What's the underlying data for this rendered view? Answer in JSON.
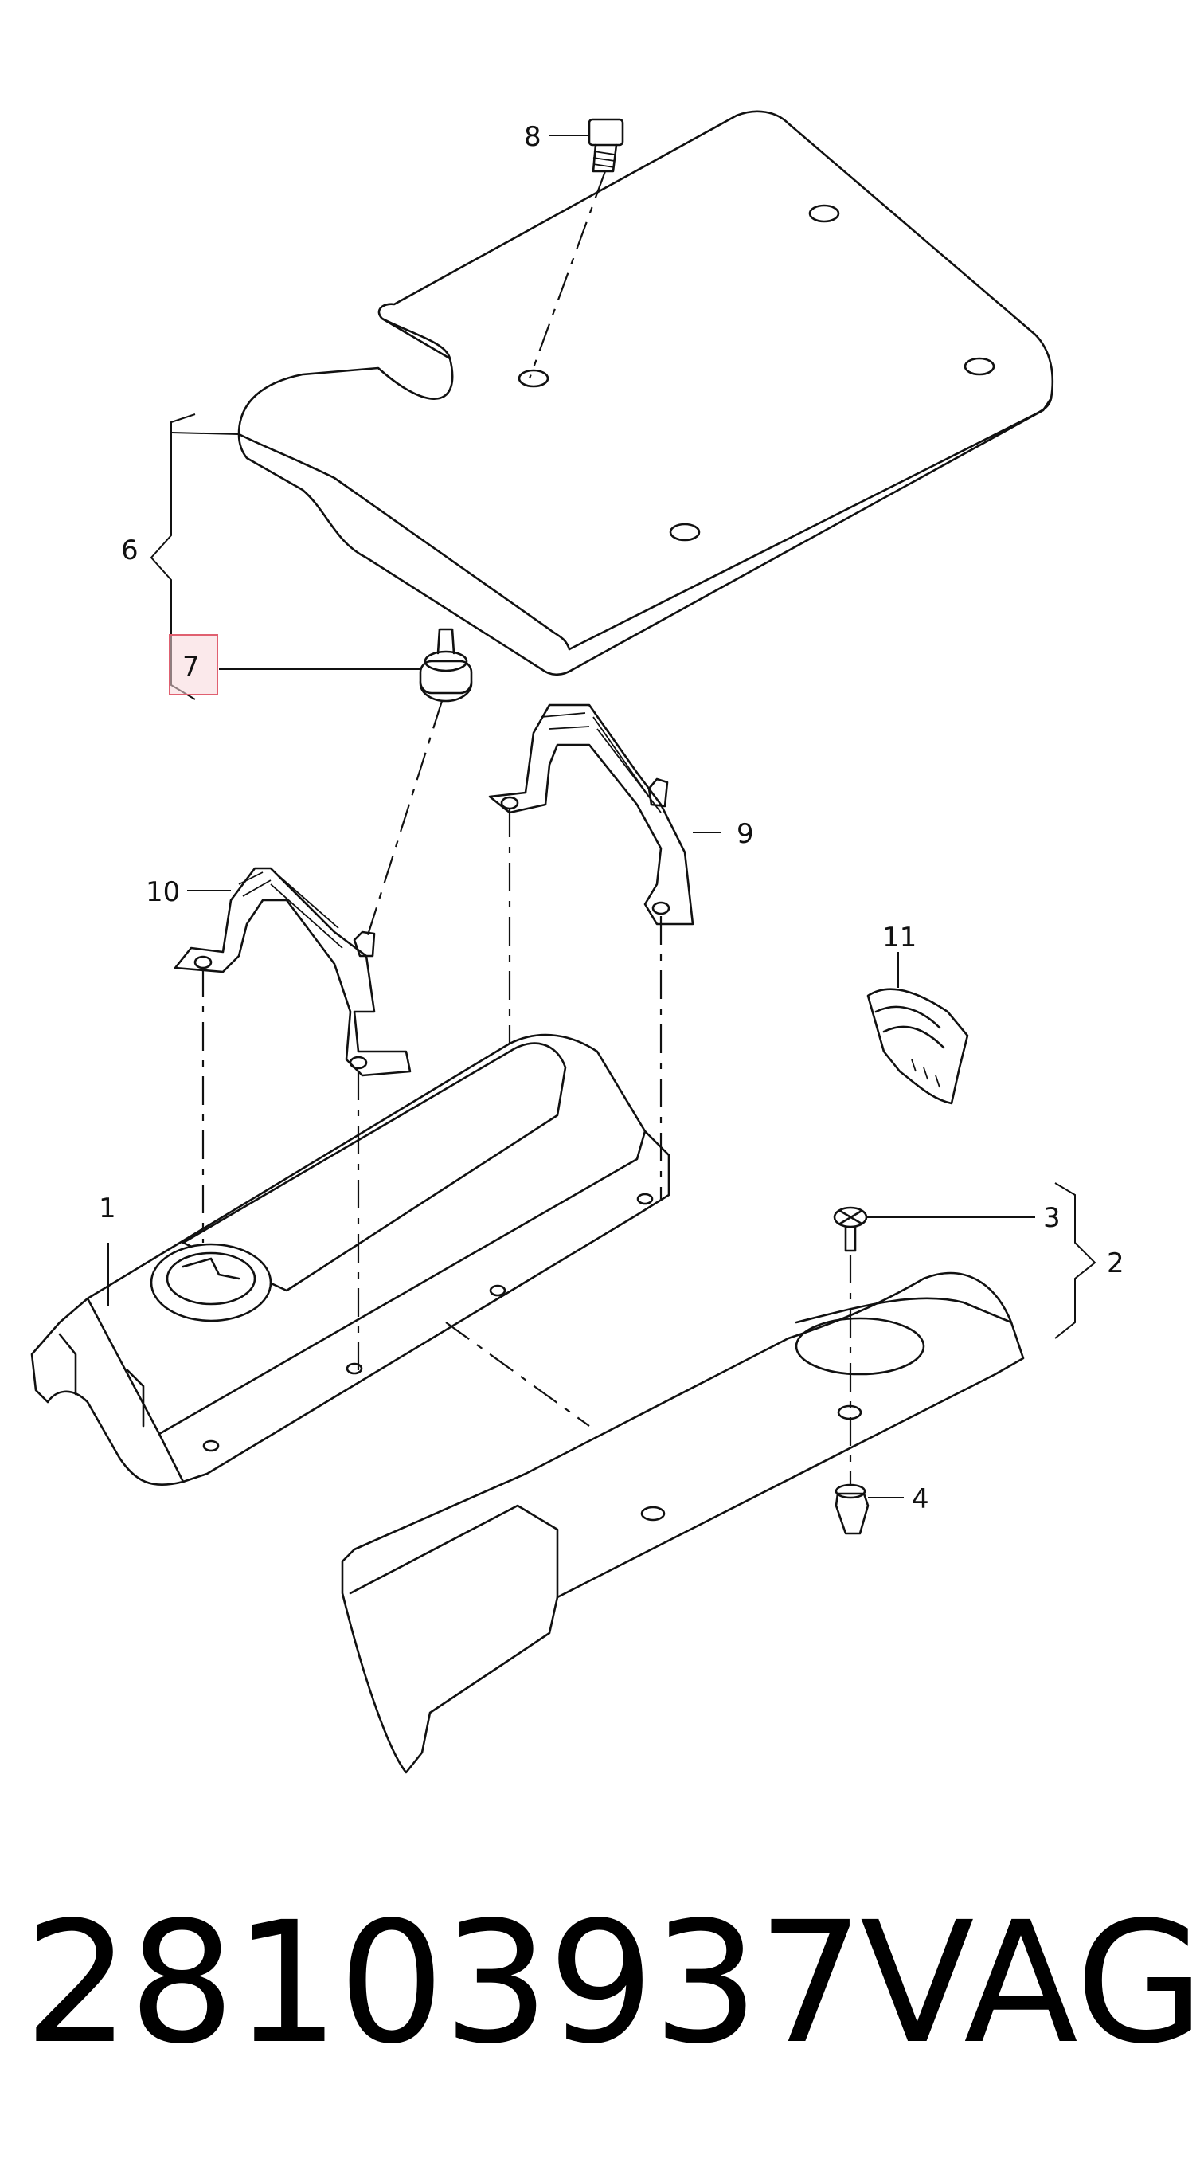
{
  "callouts": {
    "c1": "1",
    "c2": "2",
    "c3": "3",
    "c4": "4",
    "c6": "6",
    "c7": "7",
    "c8": "8",
    "c9": "9",
    "c10": "10",
    "c11": "11"
  },
  "highlighted_callout": "7",
  "highlight_color": "#f8d7da",
  "footer": {
    "part_number": "28103937",
    "brand": "VAG"
  }
}
